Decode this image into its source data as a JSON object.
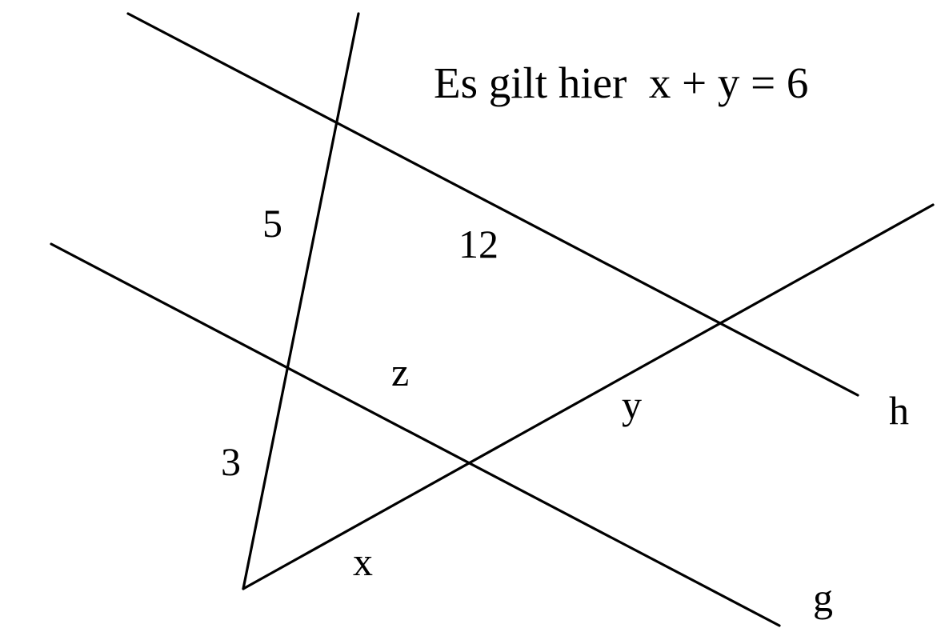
{
  "statement": "Es gilt hier  x + y = 6",
  "segment_labels": {
    "upper_left": "5",
    "lower_left": "3",
    "upper_right": "12",
    "middle_parallel": "z",
    "lower_right": "y",
    "bottom": "x"
  },
  "line_labels": {
    "parallel_upper": "h",
    "parallel_lower": "g"
  },
  "colors": {
    "stroke": "#000000",
    "text": "#000000",
    "background": "#ffffff"
  }
}
